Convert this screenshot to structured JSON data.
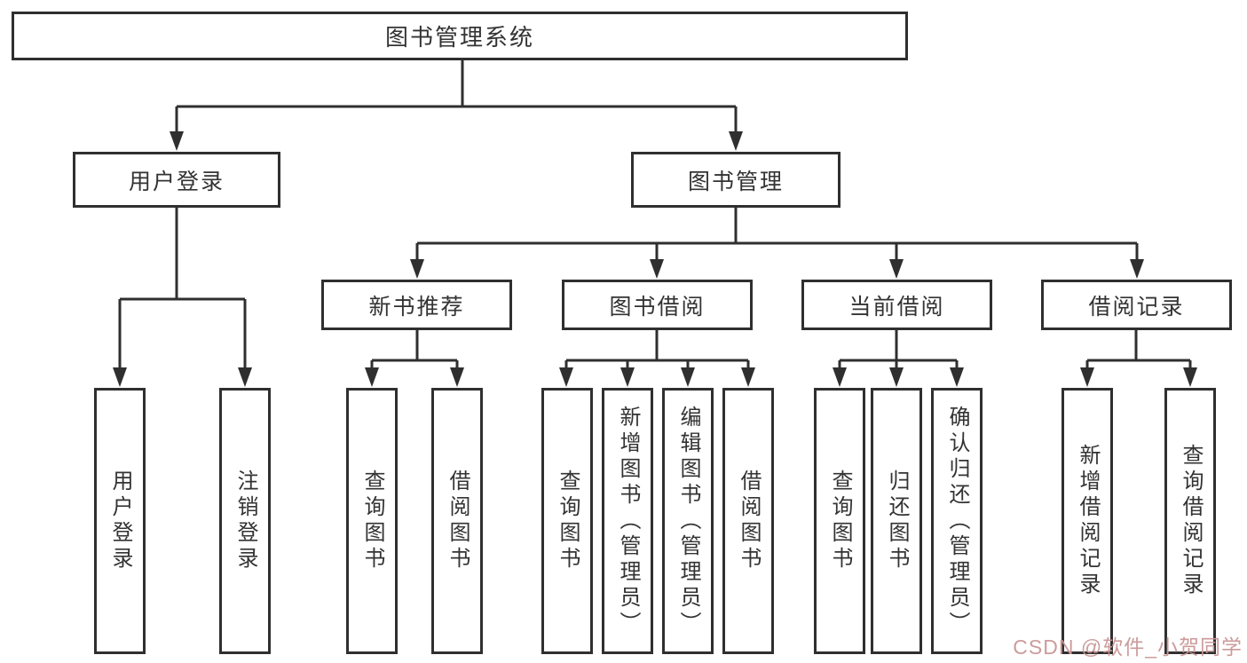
{
  "tree": {
    "root": {
      "label": "图书管理系统",
      "children": [
        {
          "label": "用户登录",
          "children": [
            {
              "label": "用户登录"
            },
            {
              "label": "注销登录"
            }
          ]
        },
        {
          "label": "图书管理",
          "children": [
            {
              "label": "新书推荐",
              "children": [
                {
                  "label": "查询图书"
                },
                {
                  "label": "借阅图书"
                }
              ]
            },
            {
              "label": "图书借阅",
              "children": [
                {
                  "label": "查询图书"
                },
                {
                  "label": "新增图书（管理员）"
                },
                {
                  "label": "编辑图书（管理员）"
                },
                {
                  "label": "借阅图书"
                }
              ]
            },
            {
              "label": "当前借阅",
              "children": [
                {
                  "label": "查询图书"
                },
                {
                  "label": "归还图书"
                },
                {
                  "label": "确认归还（管理员）"
                }
              ]
            },
            {
              "label": "借阅记录",
              "children": [
                {
                  "label": "新增借阅记录"
                },
                {
                  "label": "查询借阅记录"
                }
              ]
            }
          ]
        }
      ]
    }
  },
  "watermark": {
    "text": "CSDN @软件_小贺同学",
    "color": "#c99696"
  },
  "colors": {
    "line": "#2f2f2f",
    "box_border": "#2f2f2f",
    "text": "#333333",
    "background": "#ffffff"
  }
}
